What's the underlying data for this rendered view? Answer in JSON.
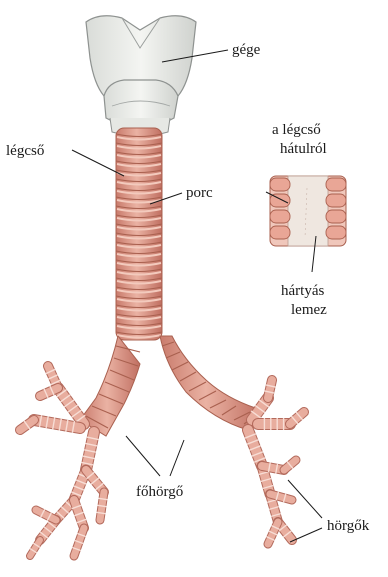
{
  "labels": {
    "gege": "gége",
    "legcso": "légcső",
    "porc": "porc",
    "back_view_line1": "a légcső",
    "back_view_line2": "hátulról",
    "membrane_line1": "hártyás",
    "membrane_line2": "lemez",
    "fohorgo": "főhörgő",
    "horgok": "hörgők"
  },
  "colors": {
    "cartilage": "#e4a898",
    "cartilage_dark": "#b36a5c",
    "membrane": "#d98e80",
    "larynx": "#eceeea",
    "larynx_stroke": "#8e9290",
    "leader_line": "#1a1a1a"
  }
}
